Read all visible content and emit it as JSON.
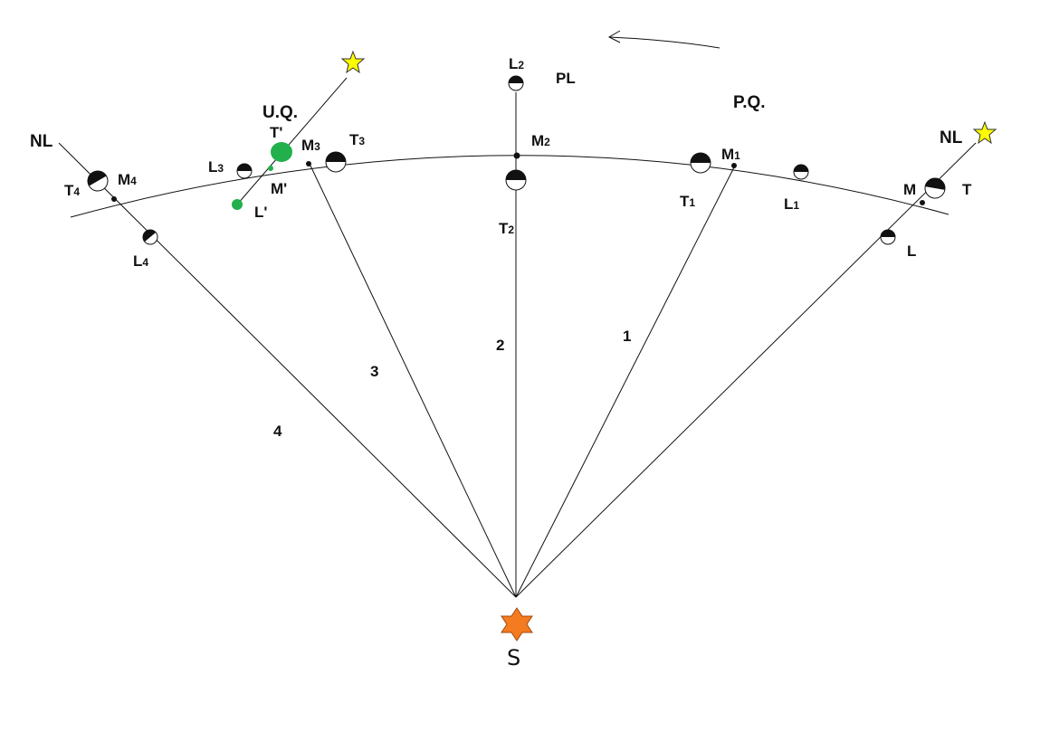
{
  "labels": {
    "nl_left": "NL",
    "nl_right": "NL",
    "uq": "U.Q.",
    "pq": "P.Q.",
    "pl": "PL",
    "t_prime": "T'",
    "m_prime": "M'",
    "l_prime": "L'",
    "l3": "L",
    "l3_sub": "3",
    "m3": "M",
    "m3_sub": "3",
    "t3": "T",
    "t3_sub": "3",
    "m4": "M",
    "m4_sub": "4",
    "t4": "T",
    "t4_sub": "4",
    "l4": "L",
    "l4_sub": "4",
    "l2": "L",
    "l2_sub": "2",
    "m2": "M",
    "m2_sub": "2",
    "t2": "T",
    "t2_sub": "2",
    "m1": "M",
    "m1_sub": "1",
    "t1": "T",
    "t1_sub": "1",
    "l1": "L",
    "l1_sub": "1",
    "m": "M",
    "t": "T",
    "l": "L",
    "ray1": "1",
    "ray2": "2",
    "ray3": "3",
    "ray4": "4",
    "sun": "S"
  },
  "colors": {
    "sun": "#f47b20",
    "star": "#ffff00",
    "green": "#22b04c"
  }
}
